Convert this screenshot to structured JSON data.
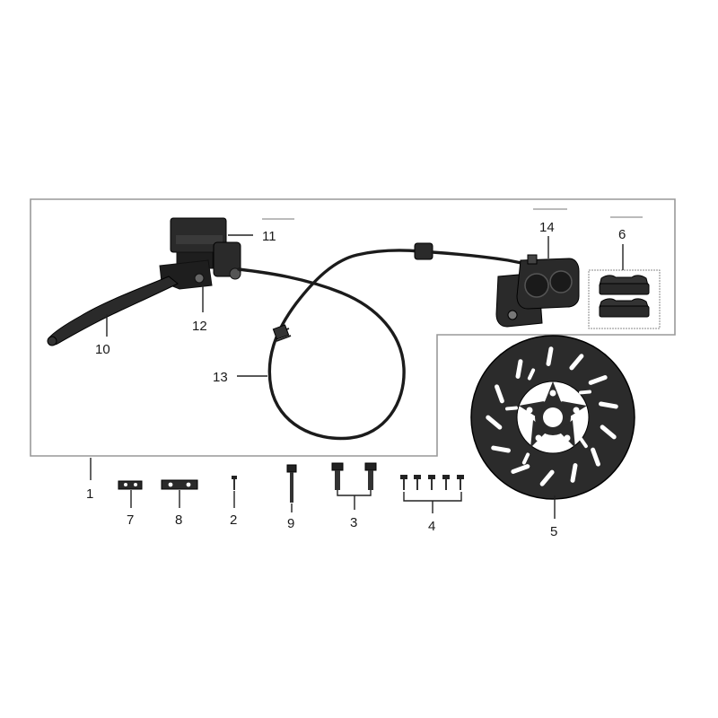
{
  "callouts": {
    "c1": "1",
    "c2": "2",
    "c3": "3",
    "c4": "4",
    "c5": "5",
    "c6": "6",
    "c7": "7",
    "c8": "8",
    "c9": "9",
    "c10": "10",
    "c11": "11",
    "c12": "12",
    "c13": "13",
    "c14": "14"
  },
  "colors": {
    "part": "#1e1e1e",
    "outline": "#999999",
    "background": "#ffffff"
  }
}
